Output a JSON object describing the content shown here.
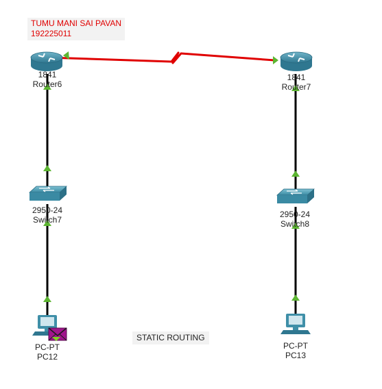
{
  "notes": {
    "author_name": "TUMU MANI SAI PAVAN",
    "author_id": "192225011",
    "caption": "STATIC ROUTING"
  },
  "devices": {
    "router6": {
      "model": "1841",
      "name": "Router6"
    },
    "router7": {
      "model": "1841",
      "name": "Router7"
    },
    "switch7": {
      "model": "2950-24",
      "name": "Switch7"
    },
    "switch8": {
      "model": "2950-24",
      "name": "Switch8"
    },
    "pc12": {
      "model": "PC-PT",
      "name": "PC12"
    },
    "pc13": {
      "model": "PC-PT",
      "name": "PC13"
    }
  },
  "links": [
    {
      "from": "Router6",
      "to": "Router7",
      "type": "serial",
      "color": "#e00000",
      "status": "up"
    },
    {
      "from": "Router6",
      "to": "Switch7",
      "type": "copper-straight",
      "color": "#000000",
      "status": "up"
    },
    {
      "from": "Switch7",
      "to": "PC12",
      "type": "copper-straight",
      "color": "#000000",
      "status": "up"
    },
    {
      "from": "Router7",
      "to": "Switch8",
      "type": "copper-straight",
      "color": "#000000",
      "status": "up"
    },
    {
      "from": "Switch8",
      "to": "PC13",
      "type": "copper-straight",
      "color": "#000000",
      "status": "up"
    }
  ],
  "colors": {
    "link_up_indicator": "#5cb531",
    "serial_link": "#e00000",
    "device_body": "#3f8fa8",
    "pdu_envelope": "#a0148c"
  },
  "icons": {
    "router": "router-icon",
    "switch": "switch-icon",
    "pc": "pc-icon",
    "pdu": "envelope-icon"
  }
}
